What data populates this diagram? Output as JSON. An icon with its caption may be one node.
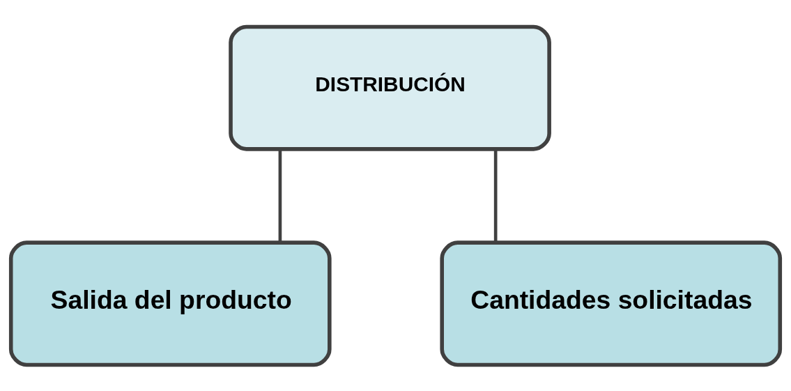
{
  "diagram": {
    "nodes": [
      {
        "text": [
          "DISTRIBUCIÓN"
        ]
      },
      {
        "text": [
          "Salida del producto"
        ]
      },
      {
        "text": [
          "Cantidades solicitadas"
        ]
      }
    ],
    "edges": [
      {
        "from": 0,
        "to": 1,
        "arrow": "none"
      },
      {
        "from": 0,
        "to": 2,
        "arrow": "none"
      }
    ]
  }
}
